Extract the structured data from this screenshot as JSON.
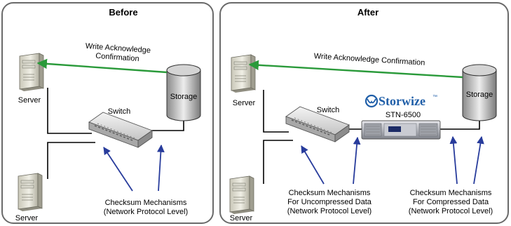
{
  "before": {
    "title": "Before",
    "ack_line1": "Write Acknowledge",
    "ack_line2": "Confirmation",
    "server_top": "Server",
    "server_bottom": "Server",
    "switch": "Switch",
    "storage": "Storage",
    "checksum_line1": "Checksum Mechanisms",
    "checksum_line2": "(Network Protocol Level)"
  },
  "after": {
    "title": "After",
    "ack": "Write Acknowledge Confirmation",
    "server_top": "Server",
    "server_bottom": "Server",
    "switch": "Switch",
    "storage": "Storage",
    "brand": "Storwize",
    "trademark": "™",
    "model": "STN-6500",
    "checksum_uncompressed_line1": "Checksum Mechanisms",
    "checksum_uncompressed_line2": "For Uncompressed Data",
    "checksum_uncompressed_line3": "(Network Protocol Level)",
    "checksum_compressed_line1": "Checksum Mechanisms",
    "checksum_compressed_line2": "For Compressed Data",
    "checksum_compressed_line3": "(Network Protocol Level)"
  },
  "colors": {
    "ack_arrow": "#2a9a3a",
    "checksum_arrow": "#283c9c",
    "panel_border": "#6a6a6a",
    "brand": "#1f5ea8"
  }
}
